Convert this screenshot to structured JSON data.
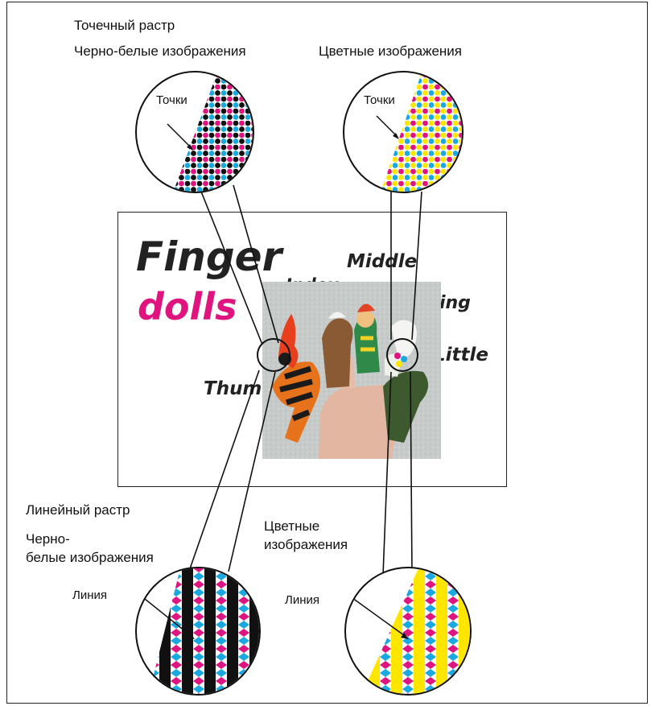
{
  "colors": {
    "cyan": "#1aa8e0",
    "magenta": "#e0147f",
    "yellow": "#ffef00",
    "black": "#111111",
    "photo_bg": "#c9cccb"
  },
  "dot_screen": {
    "title": "Точечный растр",
    "bw_label": "Черно-белые изображения",
    "color_label": "Цветные изображения",
    "bw_callout": "Точки",
    "color_callout": "Точки"
  },
  "line_screen": {
    "title": "Линейный растр",
    "bw_label": "Черно-\nбелые изображения",
    "color_label": "Цветные\nизображения",
    "bw_callout": "Линия",
    "color_callout": "Линия"
  },
  "brochure": {
    "title_line1": "Finger",
    "title_line2": "dolls",
    "finger_thumb": "Thumb",
    "finger_index": "Index",
    "finger_middle": "Middle",
    "finger_ring": "Ring",
    "finger_little": "Little"
  }
}
